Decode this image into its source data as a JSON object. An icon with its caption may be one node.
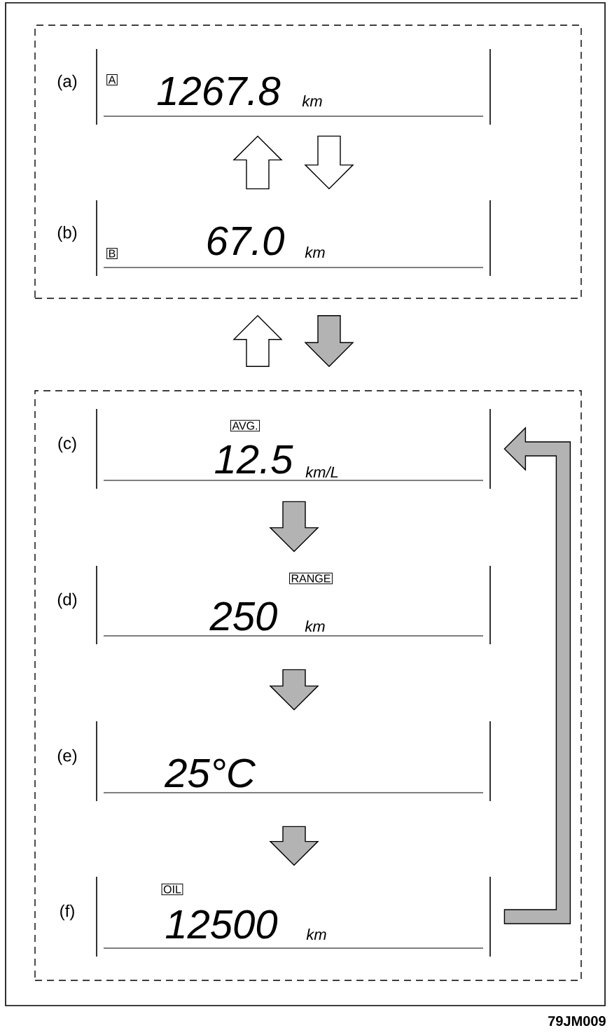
{
  "diagram": {
    "nodes": [
      {
        "text": [],
        "shape": "box"
      },
      {
        "text": [
          "A",
          "1267.8",
          "km"
        ],
        "in": 0,
        "beside": [
          "(a)"
        ]
      },
      {
        "text": [
          "B",
          "67.0",
          "km"
        ],
        "in": 0,
        "beside": [
          "(b)"
        ]
      },
      {
        "text": [],
        "shape": "box"
      },
      {
        "text": [
          "AVG.",
          "12.5",
          "km/L"
        ],
        "in": 3,
        "beside": [
          "(c)"
        ]
      },
      {
        "text": [
          "RANGE",
          "250",
          "km"
        ],
        "in": 3,
        "beside": [
          "(d)"
        ]
      },
      {
        "text": [
          "25°C"
        ],
        "in": 3,
        "beside": [
          "(e)"
        ]
      },
      {
        "text": [
          "OIL",
          "12500",
          "km"
        ],
        "in": 3,
        "beside": [
          "(f)"
        ]
      }
    ],
    "edges": [
      {
        "from": 2,
        "to": 1,
        "arrow": "to",
        "color": "#ffffff"
      },
      {
        "from": 1,
        "to": 2,
        "arrow": "to",
        "color": "#ffffff"
      },
      {
        "from": 3,
        "to": 0,
        "arrow": "to",
        "color": "#ffffff"
      },
      {
        "from": 0,
        "to": 3,
        "arrow": "to"
      },
      {
        "from": 4,
        "to": 5,
        "arrow": "to"
      },
      {
        "from": 5,
        "to": 6,
        "arrow": "to"
      },
      {
        "from": 6,
        "to": 7,
        "arrow": "to"
      },
      {
        "from": 7,
        "to": 4,
        "arrow": "to"
      }
    ],
    "labels": [
      "79JM009"
    ]
  }
}
